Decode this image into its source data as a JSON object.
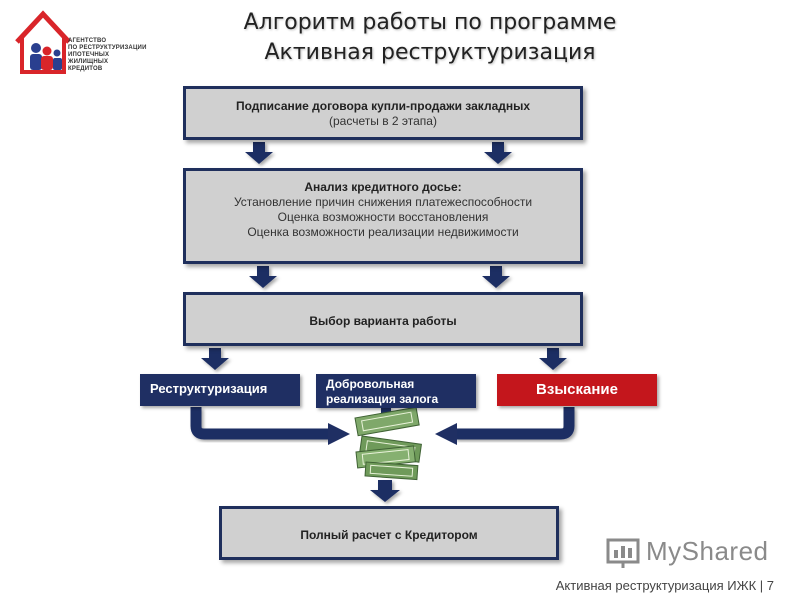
{
  "logo": {
    "lines": [
      "АГЕНТСТВО",
      "ПО РЕСТРУКТУРИЗАЦИИ",
      "ИПОТЕЧНЫХ ЖИЛИЩНЫХ",
      "КРЕДИТОВ"
    ],
    "colors": {
      "house": "#d9252a",
      "figure1": "#2a3f8f",
      "figure2": "#d9252a",
      "figure3": "#2a3f8f"
    }
  },
  "title": {
    "line1": "Алгоритм работы по программе",
    "line2": "Активная реструктуризация"
  },
  "steps": {
    "signing": {
      "title": "Подписание договора купли-продажи закладных",
      "subtitle": "(расчеты в 2 этапа)"
    },
    "analysis": {
      "title": "Анализ кредитного досье:",
      "items": [
        "Установление причин снижения платежеспособности",
        "Оценка возможности восстановления",
        "Оценка возможности реализации недвижимости"
      ]
    },
    "choice": {
      "title": "Выбор варианта работы"
    },
    "options": {
      "restructuring": "Реструктуризация",
      "voluntary_line1": "Добровольная",
      "voluntary_line2": "реализация залога",
      "recovery": "Взыскание"
    },
    "final": {
      "title": "Полный расчет с Кредитором"
    }
  },
  "watermark": "MyShared",
  "footer": {
    "text": "Активная реструктуризация ИЖК | 7"
  },
  "colors": {
    "navy": "#1f2f63",
    "red": "#c4161c",
    "box_gray": "#d0d0d0",
    "money_green": "#6f9a5a"
  },
  "icons": [
    "money-stack-icon",
    "house-logo-icon",
    "myshared-icon"
  ]
}
